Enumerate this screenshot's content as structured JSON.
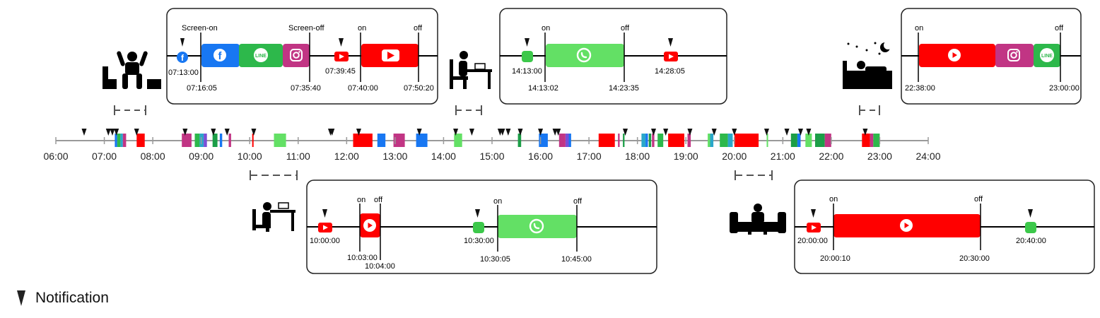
{
  "colors": {
    "facebook": "#1877F2",
    "line": "#2DB84B",
    "instagram": "#C13584",
    "youtube": "#FF0000",
    "whatsapp": "#63E065",
    "teal": "#2AA7C9",
    "purple": "#7B4FD6",
    "green_dark": "#1C9E47"
  },
  "timeline": {
    "ticks": [
      "06:00",
      "07:00",
      "08:00",
      "09:00",
      "10:00",
      "11:00",
      "12:00",
      "13:00",
      "14:00",
      "15:00",
      "16:00",
      "17:00",
      "18:00",
      "19:00",
      "20:00",
      "21:00",
      "22:00",
      "23:00",
      "24:00"
    ],
    "notifications": [
      "06:35",
      "07:05",
      "07:10",
      "07:15",
      "07:40",
      "08:40",
      "09:15",
      "09:32",
      "10:05",
      "11:40",
      "11:42",
      "12:15",
      "13:30",
      "14:15",
      "14:35",
      "15:10",
      "15:13",
      "15:20",
      "15:35",
      "16:00",
      "16:18",
      "16:22",
      "17:45",
      "18:20",
      "18:35",
      "19:05",
      "19:35",
      "20:00",
      "20:40",
      "21:05",
      "21:22",
      "21:32",
      "22:42"
    ],
    "segments": [
      {
        "start": "07:13",
        "end": "07:16",
        "app": "facebook"
      },
      {
        "start": "07:16",
        "end": "07:20",
        "app": "line"
      },
      {
        "start": "07:20",
        "end": "07:23",
        "app": "teal"
      },
      {
        "start": "07:23",
        "end": "07:27",
        "app": "instagram"
      },
      {
        "start": "07:40",
        "end": "07:50",
        "app": "youtube"
      },
      {
        "start": "08:36",
        "end": "08:48",
        "app": "instagram"
      },
      {
        "start": "08:52",
        "end": "08:58",
        "app": "line"
      },
      {
        "start": "08:58",
        "end": "09:03",
        "app": "teal"
      },
      {
        "start": "09:03",
        "end": "09:07",
        "app": "purple"
      },
      {
        "start": "09:14",
        "end": "09:20",
        "app": "green_dark"
      },
      {
        "start": "09:23",
        "end": "09:26",
        "app": "facebook"
      },
      {
        "start": "09:34",
        "end": "09:37",
        "app": "instagram"
      },
      {
        "start": "10:03",
        "end": "10:04",
        "app": "youtube"
      },
      {
        "start": "10:30",
        "end": "10:45",
        "app": "whatsapp"
      },
      {
        "start": "12:08",
        "end": "12:32",
        "app": "youtube"
      },
      {
        "start": "12:38",
        "end": "12:48",
        "app": "facebook"
      },
      {
        "start": "12:58",
        "end": "13:12",
        "app": "instagram"
      },
      {
        "start": "13:26",
        "end": "13:40",
        "app": "facebook"
      },
      {
        "start": "14:13",
        "end": "14:23",
        "app": "whatsapp"
      },
      {
        "start": "15:32",
        "end": "15:36",
        "app": "green_dark"
      },
      {
        "start": "15:58",
        "end": "16:09",
        "app": "facebook"
      },
      {
        "start": "16:23",
        "end": "16:31",
        "app": "instagram"
      },
      {
        "start": "16:31",
        "end": "16:35",
        "app": "purple"
      },
      {
        "start": "16:35",
        "end": "16:38",
        "app": "facebook"
      },
      {
        "start": "17:12",
        "end": "17:32",
        "app": "youtube"
      },
      {
        "start": "17:36",
        "end": "17:38",
        "app": "instagram"
      },
      {
        "start": "17:42",
        "end": "17:44",
        "app": "green_dark"
      },
      {
        "start": "18:05",
        "end": "18:10",
        "app": "teal"
      },
      {
        "start": "18:10",
        "end": "18:13",
        "app": "facebook"
      },
      {
        "start": "18:14",
        "end": "18:17",
        "app": "green_dark"
      },
      {
        "start": "18:18",
        "end": "18:21",
        "app": "instagram"
      },
      {
        "start": "18:25",
        "end": "18:32",
        "app": "line"
      },
      {
        "start": "18:38",
        "end": "18:58",
        "app": "youtube"
      },
      {
        "start": "19:02",
        "end": "19:06",
        "app": "instagram"
      },
      {
        "start": "19:27",
        "end": "19:30",
        "app": "whatsapp"
      },
      {
        "start": "19:30",
        "end": "19:34",
        "app": "teal"
      },
      {
        "start": "19:42",
        "end": "19:52",
        "app": "line"
      },
      {
        "start": "19:52",
        "end": "19:58",
        "app": "teal"
      },
      {
        "start": "20:00",
        "end": "20:30",
        "app": "youtube"
      },
      {
        "start": "20:40",
        "end": "20:41",
        "app": "whatsapp"
      },
      {
        "start": "21:10",
        "end": "21:18",
        "app": "green_dark"
      },
      {
        "start": "21:18",
        "end": "21:22",
        "app": "facebook"
      },
      {
        "start": "21:28",
        "end": "21:36",
        "app": "whatsapp"
      },
      {
        "start": "21:40",
        "end": "21:52",
        "app": "green_dark"
      },
      {
        "start": "21:52",
        "end": "22:00",
        "app": "instagram"
      },
      {
        "start": "22:38",
        "end": "22:48",
        "app": "youtube"
      },
      {
        "start": "22:48",
        "end": "22:52",
        "app": "instagram"
      },
      {
        "start": "22:52",
        "end": "23:00",
        "app": "line"
      }
    ]
  },
  "panels": [
    {
      "id": "morning",
      "labels": [
        {
          "text": "Screen-on",
          "pos": "top"
        },
        {
          "text": "Screen-off",
          "pos": "top"
        },
        {
          "text": "on",
          "pos": "top"
        },
        {
          "text": "off",
          "pos": "top"
        }
      ],
      "times": [
        "07:13:00",
        "07:16:05",
        "07:35:40",
        "07:39:45",
        "07:40:00",
        "07:50:20"
      ]
    },
    {
      "id": "afternoon",
      "labels": [
        {
          "text": "on"
        },
        {
          "text": "off"
        }
      ],
      "times": [
        "14:13:00",
        "14:13:02",
        "14:23:35",
        "14:28:05"
      ]
    },
    {
      "id": "night",
      "labels": [
        {
          "text": "on"
        },
        {
          "text": "off"
        }
      ],
      "times": [
        "22:38:00",
        "23:00:00"
      ]
    },
    {
      "id": "study",
      "labels": [
        {
          "text": "on"
        },
        {
          "text": "off"
        },
        {
          "text": "on"
        },
        {
          "text": "off"
        }
      ],
      "times": [
        "10:00:00",
        "10:03:00",
        "10:04:00",
        "10:30:00",
        "10:30:05",
        "10:45:00"
      ]
    },
    {
      "id": "evening",
      "labels": [
        {
          "text": "on"
        },
        {
          "text": "off"
        }
      ],
      "times": [
        "20:00:00",
        "20:00:10",
        "20:30:00",
        "20:40:00"
      ]
    }
  ],
  "legend": {
    "label": "Notification",
    "icon": "notification-marker-icon"
  }
}
